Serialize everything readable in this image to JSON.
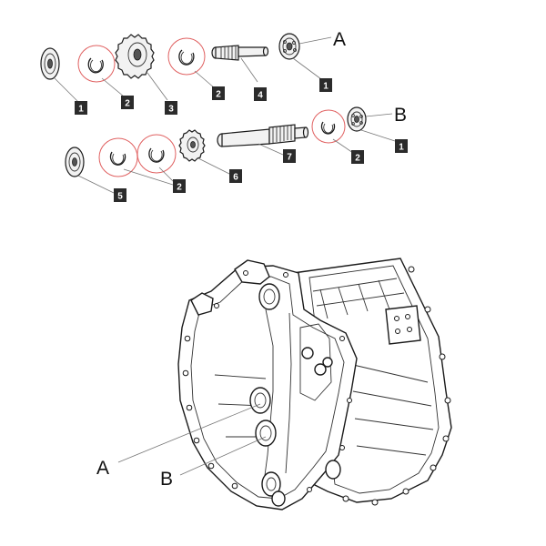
{
  "letters": {
    "a": "A",
    "b": "B"
  },
  "callouts": {
    "c1a": "1",
    "c2a": "2",
    "c3": "3",
    "c2b": "2",
    "c4": "4",
    "c1b": "1",
    "c7": "7",
    "c2c": "2",
    "c1c": "1",
    "c5": "5",
    "c2d": "2",
    "c6": "6"
  },
  "housing_letters": {
    "a": "A",
    "b": "B"
  }
}
